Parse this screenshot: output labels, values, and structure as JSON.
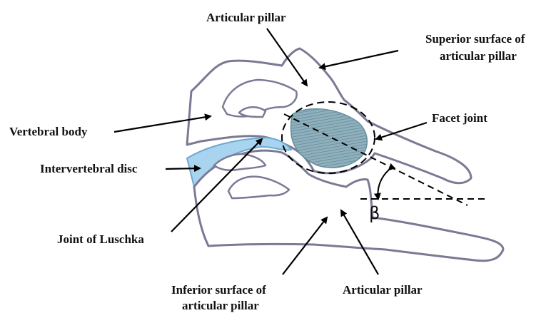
{
  "labels": {
    "articular_pillar_top": "Articular pillar",
    "superior_surface_line1": "Superior surface of",
    "superior_surface_line2": "articular pillar",
    "facet_joint": "Facet joint",
    "vertebral_body": "Vertebral body",
    "intervertebral_disc": "Intervertebral disc",
    "joint_of_luschka": "Joint of Luschka",
    "inferior_surface_line1": "Inferior surface of",
    "inferior_surface_line2": "articular pillar",
    "articular_pillar_bottom": "Articular pillar",
    "angle_symbol": "β"
  },
  "colors": {
    "bone_outline": "#7a7a95",
    "disc_fill": "#a8d4f0",
    "facet_fill": "#7fa3b0",
    "arrow": "#000000"
  }
}
